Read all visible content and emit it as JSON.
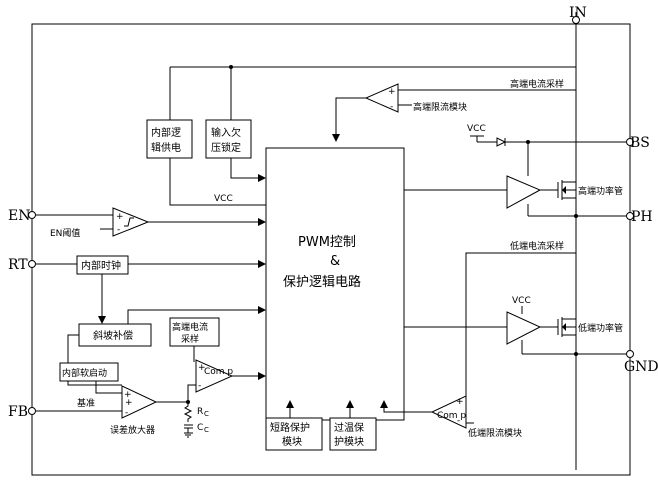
{
  "pins": {
    "in": "IN",
    "bs": "BS",
    "ph": "PH",
    "gnd": "GND",
    "en": "EN",
    "rt": "RT",
    "fb": "FB"
  },
  "core": {
    "line1": "PWM控制",
    "line2": "&",
    "line3": "保护逻辑电路"
  },
  "blocks": {
    "internal_supply_l1": "内部逻",
    "internal_supply_l2": "辑供电",
    "uvlo_l1": "输入欠",
    "uvlo_l2": "压锁定",
    "internal_clock": "内部时钟",
    "slope_comp": "斜坡补偿",
    "hs_sense_l1": "高端电流",
    "hs_sense_l2": "采样",
    "soft_start": "内部软启动",
    "short_prot_l1": "短路保护",
    "short_prot_l2": "模块",
    "thermal_prot_l1": "过温保",
    "thermal_prot_l2": "护模块"
  },
  "labels": {
    "hs_current_sample": "高端电流采样",
    "hs_current_limit": "高端限流模块",
    "ls_current_sample": "低端电流采样",
    "ls_current_limit": "低端限流模块",
    "hs_power_tube": "高端功率管",
    "ls_power_tube": "低端功率管",
    "vcc_top": "VCC",
    "vcc_supply": "VCC",
    "vcc_ls": "VCC",
    "en_threshold": "EN阈值",
    "reference": "基准",
    "error_amp": "误差放大器",
    "comp_pwm": "Com p",
    "comp_ls": "Com p",
    "rc": "R",
    "rc_sub": "C",
    "cc": "C",
    "cc_sub": "C",
    "plus": "+",
    "minus": "-"
  }
}
